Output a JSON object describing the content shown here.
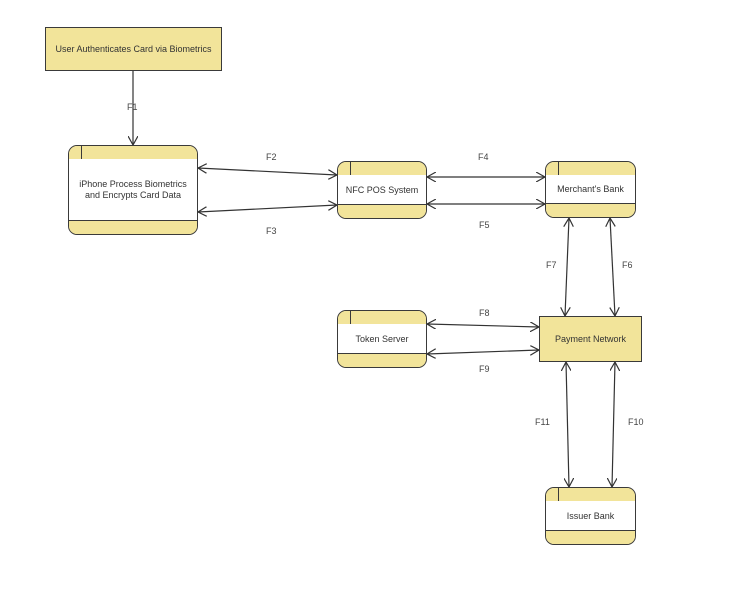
{
  "nodes": {
    "user_auth": "User Authenticates Card via Biometrics",
    "iphone_line1": "iPhone Process Biometrics",
    "iphone_line2": "and Encrypts Card Data",
    "nfc_pos": "NFC POS System",
    "merchant_bank": "Merchant's Bank",
    "token_server": "Token Server",
    "payment_network": "Payment Network",
    "issuer_bank": "Issuer Bank"
  },
  "flows": {
    "f1": "F1",
    "f2": "F2",
    "f3": "F3",
    "f4": "F4",
    "f5": "F5",
    "f6": "F6",
    "f7": "F7",
    "f8": "F8",
    "f9": "F9",
    "f10": "F10",
    "f11": "F11"
  },
  "colors": {
    "fill": "#f2e49a",
    "stroke": "#3a3a3a",
    "body": "#ffffff"
  }
}
